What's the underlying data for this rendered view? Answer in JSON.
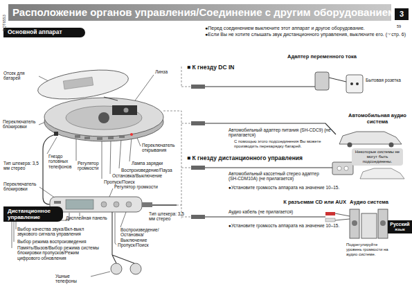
{
  "diagram": {
    "title": "Расположение органов управления/Соединение с другим оборудованием",
    "nodes": [
      {
        "text": [
          "Основной аппарат"
        ]
      },
      {
        "text": [
          "Дистанционное управление"
        ]
      },
      {
        "text": [
          "3"
        ]
      },
      {
        "text": [
          "Русский",
          "язык"
        ]
      },
      {
        "text": [
          "Некоторые системы не могут быть подсоединены."
        ]
      }
    ],
    "labels": [
      "RQT6553",
      "Отсек для батарей",
      "Линза",
      "Переключатель блокировки",
      "Переключатель открывания",
      "Гнездо головных телефонов",
      "Регулятор громкости",
      "Лампа зарядки",
      "Воспроизведение/Пауза",
      "Остановка/Выключение",
      "Пропуск/Поиск",
      "Тип штекера: 3,5 мм стерео",
      "Переключатель блокировки",
      "Регулятор громкости",
      "Дисплейная панель",
      "Выбор качества звука/Вкл-выкл звукового сигнала управления",
      "Выбор режима воспроизведения",
      "Память/Вызов/Выбор режима системы блокировки пропусков/Режим цифрового обновления",
      "Тип штекера: 3,5 мм стерео",
      "Воспроизведение/ Остановка/Выключение",
      "Пропуск/Поиск",
      "Ушные телефоны",
      "●Перед соединением выключите этот аппарат и другое оборудование.",
      "●Если Вы не хотите слышать звук дистанционного управления, выключите его. (☞стр. 6)",
      "■ К гнезду DC IN",
      "Адаптер переменного тока",
      "Бытовая розетка",
      "Автомобильный адаптер питания (SH-CDC9) (не прилагается)",
      "С помощью этого подсоединения Вы можете производить перезарядку батарей.",
      "Автомобильная аудио система",
      "■ К гнезду дистанционного управления",
      "Автомобильный кассетный стерео адаптер (SH-CDM10A) (не прилагается)",
      "●Установите громкость аппарата на значение 10–15.",
      "К разъемам CD или AUX",
      "Аудио система",
      "Аудио кабель (не прилагается)",
      "●Установите громкость аппарата на значение 10–15.",
      "Подрегулируйте уровень громкости на аудио системе.",
      "59"
    ]
  }
}
